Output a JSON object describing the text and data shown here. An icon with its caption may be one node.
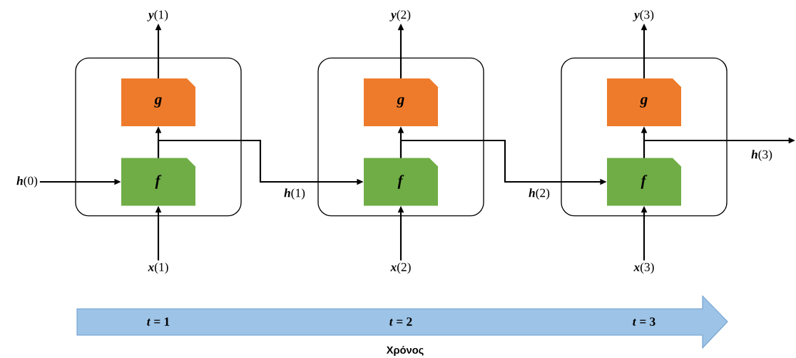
{
  "diagram": {
    "nodes": [
      {
        "text": [],
        "shape": "box"
      },
      {
        "text": [
          "\\mbox{\\textbf{\\textit{g}}}"
        ],
        "in": 0
      },
      {
        "text": [
          "\\mbox{\\textbf{\\textit{f}}}"
        ],
        "in": 0
      },
      {
        "text": [],
        "shape": "box"
      },
      {
        "text": [
          "\\mbox{\\textbf{\\textit{g}}}"
        ],
        "in": 3
      },
      {
        "text": [
          "\\mbox{\\textbf{\\textit{f}}}"
        ],
        "in": 3
      },
      {
        "text": [],
        "shape": "box"
      },
      {
        "text": [
          "\\mbox{\\textbf{\\textit{g}}}"
        ],
        "in": 6
      },
      {
        "text": [
          "\\mbox{\\textbf{\\textit{f}}}"
        ],
        "in": 6
      },
      {
        "text": [
          "\\mbox{\\textbf{\\textit{y}}(1)}"
        ]
      },
      {
        "text": [
          "\\mbox{\\textbf{\\textit{y}}(2)}"
        ]
      },
      {
        "text": [
          "\\mbox{\\textbf{\\textit{y}}(3)}"
        ]
      },
      {
        "text": [
          "\\mbox{\\textbf{\\textit{x}}(1)}"
        ]
      },
      {
        "text": [
          "\\mbox{\\textbf{\\textit{x}}(2)}"
        ]
      },
      {
        "text": [
          "\\mbox{\\textbf{\\textit{x}}(3)}"
        ]
      },
      {
        "text": [
          "\\mbox{\\textbf{\\textit{h}}(0)}"
        ]
      },
      {
        "text": [
          "\\mbox{\\textbf{\\textit{t}} \\textbf{= 1}}",
          "\\mbox{\\textbf{\\textit{t}} \\textbf{= 2}}",
          "\\mbox{\\textbf{\\textit{t}} \\textbf{= 3}}"
        ],
        "beside": [
          "Χρόνος"
        ]
      }
    ],
    "edges": [
      {
        "from": 2,
        "to": 1,
        "arrow": "to"
      },
      {
        "from": 1,
        "to": 9,
        "arrow": "to"
      },
      {
        "from": 12,
        "to": 2,
        "arrow": "to"
      },
      {
        "from": 15,
        "to": 2,
        "arrow": "to"
      },
      {
        "from": 2,
        "to": 5,
        "arrow": "to",
        "label": "\\mbox{\\textbf{\\textit{h}}(1)}"
      },
      {
        "from": 5,
        "to": 4,
        "arrow": "to"
      },
      {
        "from": 4,
        "to": 10,
        "arrow": "to"
      },
      {
        "from": 13,
        "to": 5,
        "arrow": "to"
      },
      {
        "from": 5,
        "to": 8,
        "arrow": "to",
        "label": "\\mbox{\\textbf{\\textit{h}}(2)}"
      },
      {
        "from": 8,
        "to": 7,
        "arrow": "to"
      },
      {
        "from": 7,
        "to": 11,
        "arrow": "to"
      },
      {
        "from": 14,
        "to": 8,
        "arrow": "to"
      },
      {
        "from": 8,
        "to": null,
        "arrow": "to",
        "label": "\\mbox{\\textbf{\\textit{h}}(3)}"
      }
    ]
  }
}
